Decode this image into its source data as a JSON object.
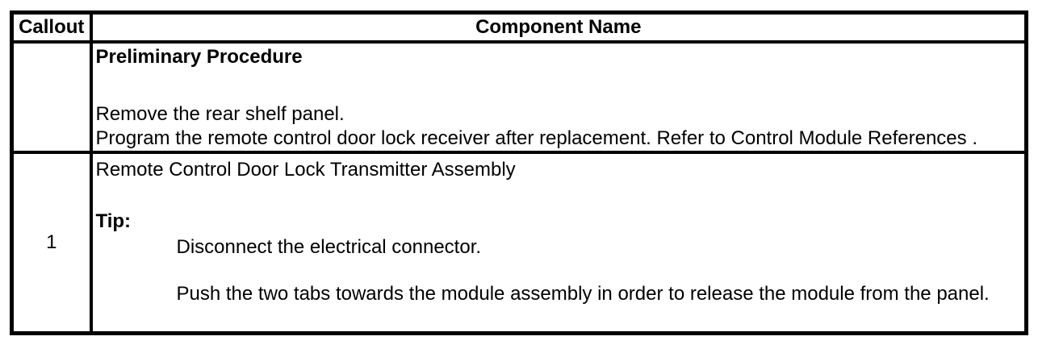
{
  "page": {
    "background_color": "#ffffff",
    "border_color": "#000000",
    "text_color": "#000000"
  },
  "table": {
    "header": {
      "callout_label": "Callout",
      "component_label": "Component Name"
    },
    "rows": [
      {
        "callout": "",
        "heading": "Preliminary Procedure",
        "lines": [
          "Remove the rear shelf panel.",
          "Program the remote control door lock receiver after replacement. Refer to Control Module References ."
        ]
      },
      {
        "callout": "1",
        "title": "Remote Control Door Lock Transmitter Assembly",
        "tip_label": "Tip:",
        "tip_lines": [
          "Disconnect the electrical connector.",
          "Push the two tabs towards the module assembly in order to release the module from the panel."
        ]
      }
    ]
  }
}
